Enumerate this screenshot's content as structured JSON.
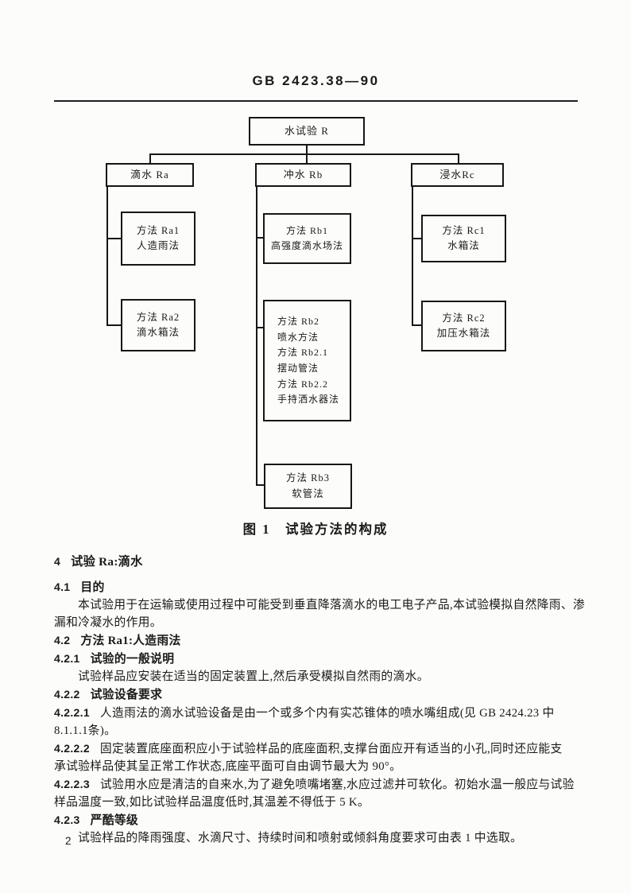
{
  "colors": {
    "ink": "#1a1a1a",
    "paper": "#fcfcfa"
  },
  "page": {
    "header": "GB 2423.38—90",
    "page_number": "2"
  },
  "figure": {
    "caption": "图 1　试验方法的构成"
  },
  "diagram": {
    "root": "水试验 R",
    "branches": {
      "ra": "滴水 Ra",
      "rb": "冲水 Rb",
      "rc": "浸水Rc"
    },
    "methods": {
      "ra1": [
        "方法 Ra1",
        "人造雨法"
      ],
      "ra2": [
        "方法 Ra2",
        "滴水箱法"
      ],
      "rb1": [
        "方法 Rb1",
        "高强度滴水场法"
      ],
      "rb2": [
        "方法 Rb2",
        "喷水方法",
        "方法 Rb2.1",
        "摆动管法",
        "方法 Rb2.2",
        "手持洒水器法"
      ],
      "rb3": [
        "方法 Rb3",
        "软管法"
      ],
      "rc1": [
        "方法 Rc1",
        "水箱法"
      ],
      "rc2": [
        "方法 Rc2",
        "加压水箱法"
      ]
    }
  },
  "body": {
    "lines": [
      {
        "num": "4",
        "text": "试验 Ra:滴水"
      },
      {
        "num": "4.1",
        "text": "目的"
      },
      {
        "text": "本试验用于在运输或使用过程中可能受到垂直降落滴水的电工电子产品,本试验模拟自然降雨、渗"
      },
      {
        "text": "漏和冷凝水的作用。"
      },
      {
        "num": "4.2",
        "text": "方法 Ra1:人造雨法"
      },
      {
        "num": "4.2.1",
        "text": "试验的一般说明"
      },
      {
        "text": "试验样品应安装在适当的固定装置上,然后承受模拟自然雨的滴水。"
      },
      {
        "num": "4.2.2",
        "text": "试验设备要求"
      },
      {
        "num": "4.2.2.1",
        "text": "人造雨法的滴水试验设备是由一个或多个内有实芯锥体的喷水嘴组成(见 GB 2424.23 中"
      },
      {
        "text": "8.1.1.1条)。"
      },
      {
        "num": "4.2.2.2",
        "text": "固定装置底座面积应小于试验样品的底座面积,支撑台面应开有适当的小孔,同时还应能支"
      },
      {
        "text": "承试验样品使其呈正常工作状态,底座平面可自由调节最大为 90°。"
      },
      {
        "num": "4.2.2.3",
        "text": "试验用水应是清洁的自来水,为了避免喷嘴堵塞,水应过滤并可软化。初始水温一般应与试验"
      },
      {
        "text": "样品温度一致,如比试验样品温度低时,其温差不得低于 5 K。"
      },
      {
        "num": "4.2.3",
        "text": "严酷等级"
      },
      {
        "text": "试验样品的降雨强度、水滴尺寸、持续时间和喷射或倾斜角度要求可由表 1 中选取。"
      }
    ]
  }
}
